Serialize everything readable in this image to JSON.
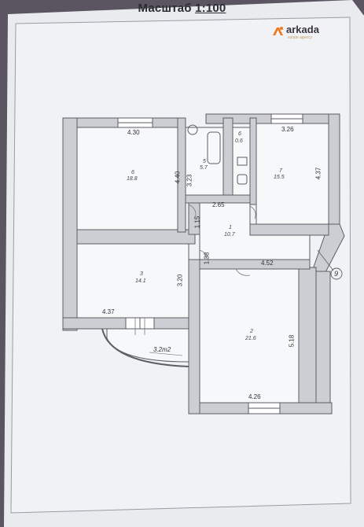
{
  "header": {
    "prefix": "Масштаб",
    "scale": "1:100"
  },
  "logo": {
    "brand": "arkada",
    "tagline": "estate agency",
    "accent_color": "#f07a1a"
  },
  "plan": {
    "rooms": [
      {
        "id": "room-6",
        "number": "6",
        "area": "18.8"
      },
      {
        "id": "room-5",
        "number": "5",
        "area": "5.7"
      },
      {
        "id": "room-7",
        "number": "7",
        "area": "15.5"
      },
      {
        "id": "room-1",
        "number": "1",
        "area": "10.7"
      },
      {
        "id": "room-3",
        "number": "3",
        "area": "14.1"
      },
      {
        "id": "room-2",
        "number": "2",
        "area": "21.6"
      },
      {
        "id": "room-6a",
        "number": "6",
        "area": "0.6"
      }
    ],
    "dimensions": {
      "d_430": "4.30",
      "d_440": "4.40",
      "d_323": "3.23",
      "d_326": "3.26",
      "d_437a": "4.37",
      "d_265": "2.65",
      "d_115": "1.15",
      "d_138": "1.38",
      "d_452": "4.52",
      "d_320": "3.20",
      "d_437b": "4.37",
      "d_518": "5.18",
      "d_426": "4.26"
    },
    "balcony_area": "3.2m2",
    "marker": "9"
  }
}
